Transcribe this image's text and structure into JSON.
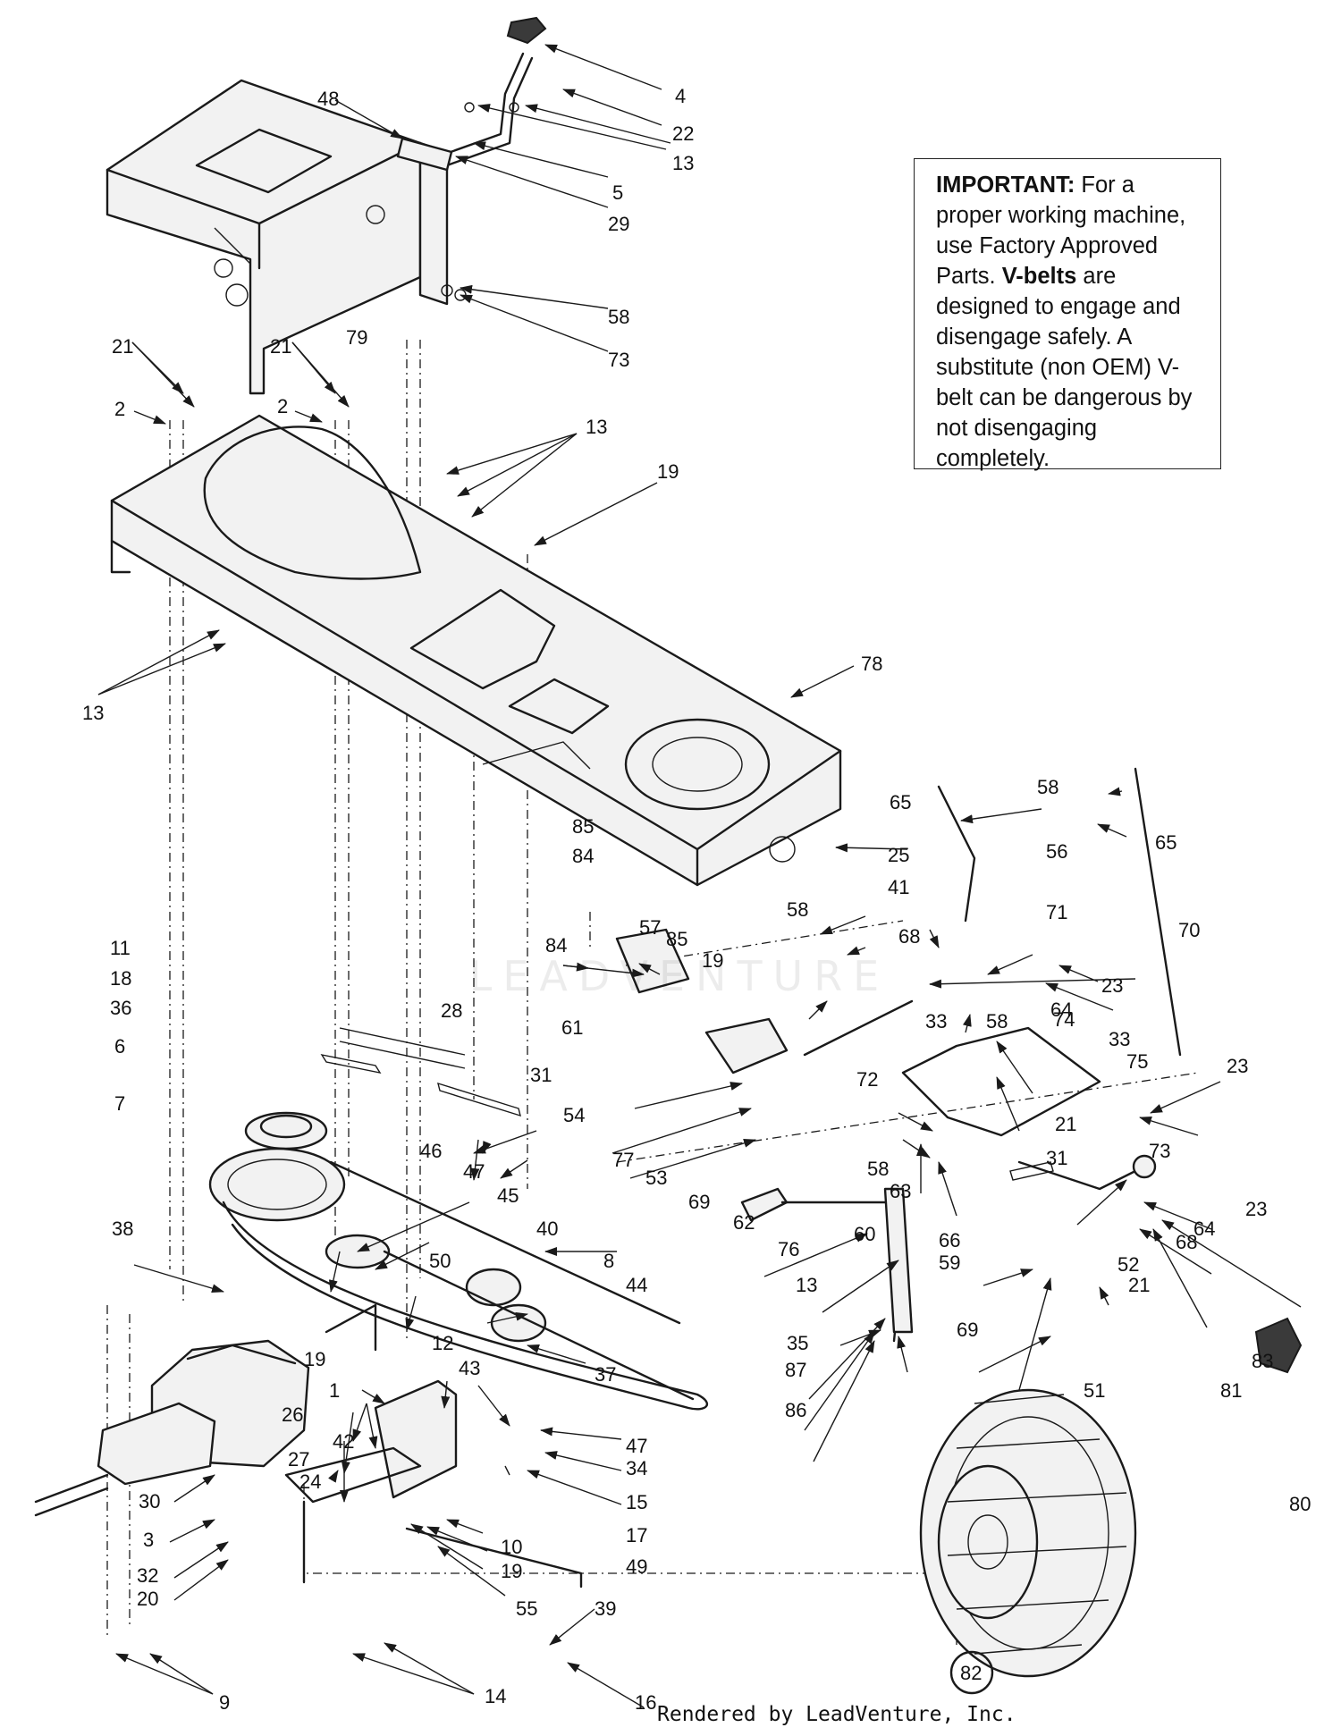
{
  "notice": {
    "important_label": "IMPORTANT:",
    "text_1": " For a proper working machine, use Factory Approved Parts. ",
    "vbelts_label": "V-belts",
    "text_2": " are designed to engage and disengage safely. A substitute (non OEM) V-belt can be dangerous by not disengaging completely."
  },
  "watermark": "LEADVENTURE",
  "credit": "Rendered by LeadVenture, Inc.",
  "callouts": [
    "4",
    "22",
    "13",
    "48",
    "5",
    "29",
    "58",
    "73",
    "79",
    "21",
    "21",
    "2",
    "2",
    "13",
    "19",
    "13",
    "78",
    "58",
    "65",
    "65",
    "56",
    "25",
    "41",
    "85",
    "84",
    "84",
    "85",
    "57",
    "58",
    "71",
    "70",
    "19",
    "61",
    "68",
    "64",
    "23",
    "11",
    "18",
    "36",
    "6",
    "7",
    "28",
    "31",
    "33",
    "58",
    "74",
    "33",
    "75",
    "23",
    "72",
    "54",
    "77",
    "53",
    "21",
    "73",
    "69",
    "63",
    "58",
    "62",
    "31",
    "64",
    "68",
    "23",
    "76",
    "60",
    "66",
    "59",
    "52",
    "21",
    "38",
    "46",
    "47",
    "45",
    "40",
    "13",
    "8",
    "44",
    "35",
    "87",
    "86",
    "69",
    "50",
    "12",
    "43",
    "37",
    "19",
    "1",
    "26",
    "42",
    "27",
    "24",
    "30",
    "3",
    "32",
    "20",
    "47",
    "34",
    "15",
    "17",
    "49",
    "10",
    "19",
    "55",
    "39",
    "14",
    "9",
    "16",
    "51",
    "83",
    "81",
    "80",
    "82"
  ],
  "chart_data": null
}
